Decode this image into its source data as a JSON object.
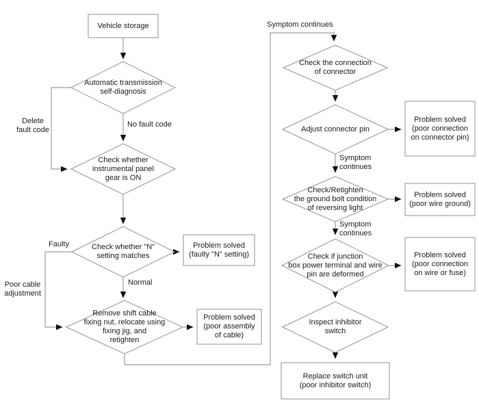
{
  "diagram": {
    "kind": "troubleshooting-flowchart",
    "colors": {
      "background": "#ffffff",
      "line": "#9a9a9a",
      "shape_border": "#8f8f8f",
      "shape_fill": "#ffffff",
      "arrowhead": "#111111",
      "text": "#1a1a1a"
    }
  },
  "nodes": {
    "vehicle_storage": {
      "type": "process",
      "label": "Vehicle storage"
    },
    "self_diagnosis": {
      "type": "decision",
      "label": "Automatic transmission\nself-diagnosis"
    },
    "panel_gear_on": {
      "type": "decision",
      "label": "Check whether\ninstrumental panel\ngear is ON"
    },
    "n_setting_matches": {
      "type": "decision",
      "label": "Check whether \"N\"\nsetting matches"
    },
    "remove_shift_cable": {
      "type": "decision",
      "label": "Remove shift cable\nfixing nut, relocate using\nfixing jig, and\nretighten"
    },
    "solved_n_setting": {
      "type": "result",
      "label": "Problem solved\n(faulty \"N\" setting)"
    },
    "solved_cable_assembly": {
      "type": "result",
      "label": "Problem solved\n(poor assembly\nof cable)"
    },
    "check_connector": {
      "type": "decision",
      "label": "Check the connection\nof connector"
    },
    "adjust_connector_pin": {
      "type": "decision",
      "label": "Adjust connector pin"
    },
    "solved_connector_pin": {
      "type": "result",
      "label": "Problem solved\n(poor connection\non connector pin)"
    },
    "check_ground_bolt": {
      "type": "decision",
      "label": "Check/Retighten\nthe ground bolt condition\nof reversing light"
    },
    "solved_wire_ground": {
      "type": "result",
      "label": "Problem solved\n(poor wire ground)"
    },
    "check_junction_box": {
      "type": "decision",
      "label": "Check if junction\nbox power terminal and wire\npin are deformed"
    },
    "solved_wire_fuse": {
      "type": "result",
      "label": "Problem solved\n(poor connection\non wire or fuse)"
    },
    "inspect_inhibitor": {
      "type": "decision",
      "label": "Inspect inhibitor\nswitch"
    },
    "replace_switch_unit": {
      "type": "result",
      "label": "Replace switch unit\n(poor inhibitor switch)"
    }
  },
  "edge_labels": {
    "no_fault_code": "No fault code",
    "delete_fault_code": "Delete\nfault code",
    "faulty": "Faulty",
    "poor_cable_adjustment": "Poor cable\nadjustment",
    "normal": "Normal",
    "symptom_continues_top": "Symptom continues",
    "symptom_continues_mid": "Symptom\ncontinues",
    "symptom_continues_low": "Symptom\ncontinues"
  }
}
